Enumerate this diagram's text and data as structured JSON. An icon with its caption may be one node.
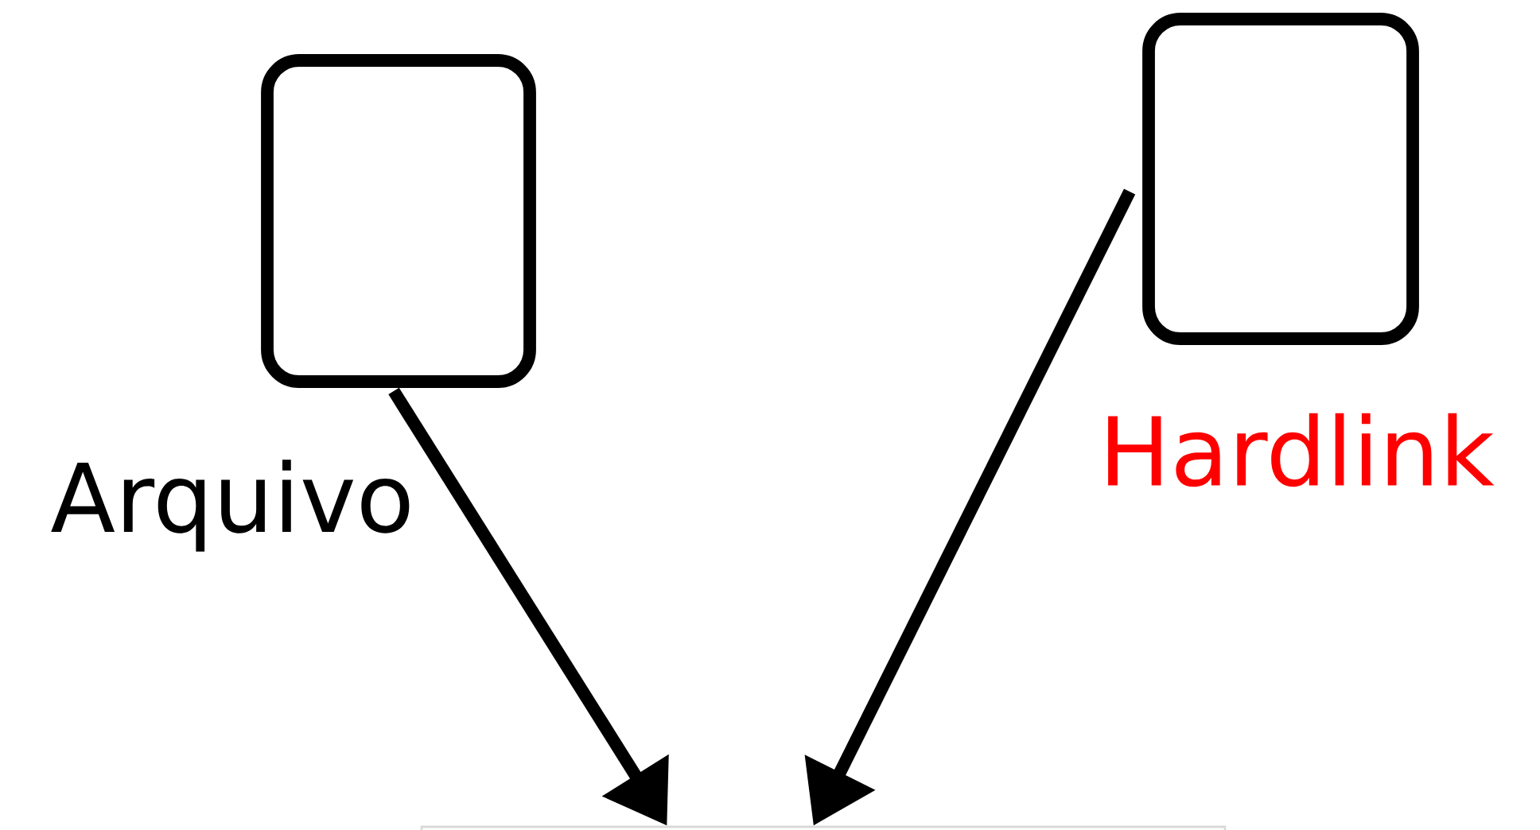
{
  "diagram": {
    "nodes": [
      {
        "text": [],
        "shape": "box",
        "beside": [
          "Arquivo"
        ]
      },
      {
        "text": [],
        "shape": "box",
        "beside": [
          "Hardlink"
        ]
      },
      {
        "text": [],
        "shape": "box"
      }
    ],
    "edges": [
      {
        "from": 0,
        "to": 2,
        "arrow": "to"
      },
      {
        "from": 1,
        "to": 2,
        "arrow": "to"
      }
    ]
  }
}
